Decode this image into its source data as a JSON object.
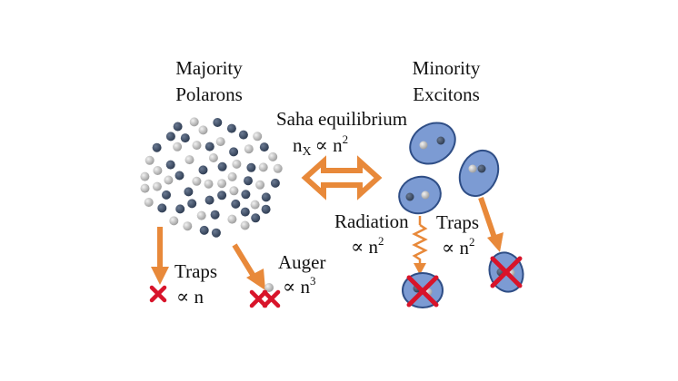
{
  "colors": {
    "arrow": "#E8893A",
    "arrow_stroke": "#D97A2C",
    "cross": "#D8142A",
    "dark_carrier": "#3A4A63",
    "light_carrier": "#B8B8B8",
    "exciton_fill": "#7C9BD3",
    "exciton_stroke": "#2F4E86",
    "text": "#111111"
  },
  "labels": {
    "majority_line1": "Majority",
    "majority_line2": "Polarons",
    "minority_line1": "Minority",
    "minority_line2": "Excitons",
    "saha_title": "Saha equilibrium",
    "saha_nx_base": "n",
    "saha_nx_sub": "X",
    "saha_prop": "∝ n",
    "saha_exp": "2",
    "traps_left_title": "Traps",
    "traps_left_rel": "∝ n",
    "auger_title": "Auger",
    "auger_rel": "∝ n",
    "auger_exp": "3",
    "radiation_title": "Radiation",
    "radiation_rel": "∝ n",
    "radiation_exp": "2",
    "traps_right_title": "Traps",
    "traps_right_rel": "∝ n",
    "traps_right_exp": "2"
  },
  "icons": [
    "carrier-cluster",
    "exciton",
    "double-arrow",
    "decay-arrow",
    "squiggle-arrow",
    "cross-mark"
  ]
}
